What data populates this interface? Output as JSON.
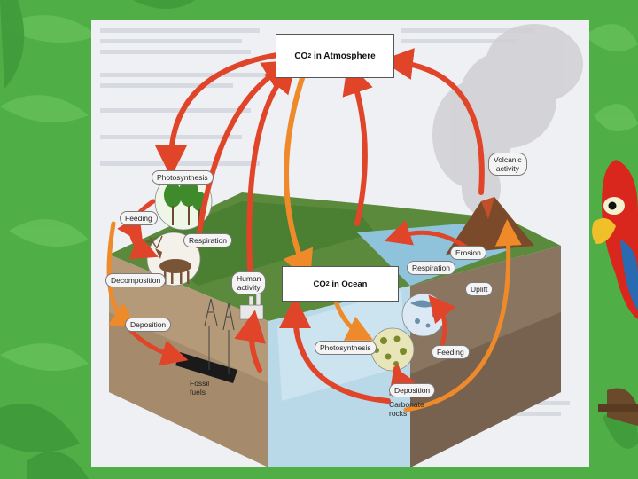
{
  "diagram": {
    "atmosphere_box": {
      "main": "CO",
      "sub": "2",
      "rest": " in Atmosphere"
    },
    "ocean_box": {
      "main": "CO",
      "sub": "2",
      "rest": " in Ocean"
    },
    "labels": {
      "photosynthesis_land": "Photosynthesis",
      "feeding_land": "Feeding",
      "respiration_land": "Respiration",
      "decomposition": "Decomposition",
      "deposition_land": "Deposition",
      "human_activity_line1": "Human",
      "human_activity_line2": "activity",
      "fossil_fuels_line1": "Fossil",
      "fossil_fuels_line2": "fuels",
      "volcanic_line1": "Volcanic",
      "volcanic_line2": "activity",
      "erosion": "Erosion",
      "respiration_ocean": "Respiration",
      "uplift": "Uplift",
      "photosynthesis_ocean": "Photosynthesis",
      "feeding_ocean": "Feeding",
      "deposition_ocean": "Deposition",
      "carbonate_line1": "Carbonate",
      "carbonate_line2": "rocks"
    }
  },
  "colors": {
    "slide_background": "#4fae46",
    "arrow_red": "#e0452a",
    "arrow_orange": "#ef8a2a",
    "water": "#b9d9e8",
    "land_green": "#5b8a3c",
    "soil": "#b49a78"
  }
}
